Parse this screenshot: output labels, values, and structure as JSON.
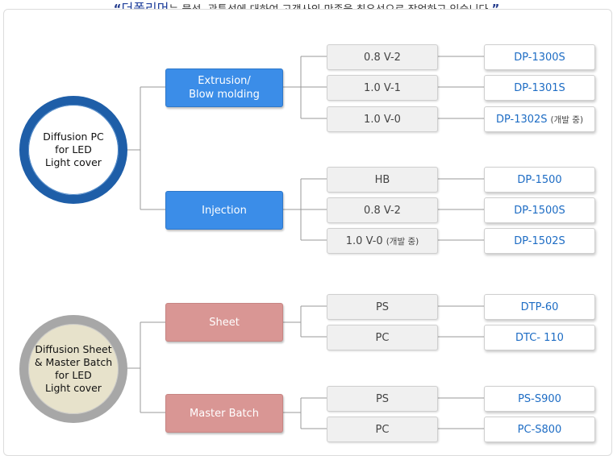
{
  "header": {
    "quote_open": "“",
    "brand": "더폴리머",
    "text": "는 물성, 광특성에 대하여 고객사의 만족을 최우선으로 작업하고 있습니다.",
    "quote_close": "”"
  },
  "groups": [
    {
      "circle_lines": [
        "Diffusion PC",
        "for LED",
        "Light cover"
      ],
      "processes": [
        {
          "label_lines": [
            "Extrusion/",
            "Blow molding"
          ],
          "grades": [
            {
              "grade": "0.8 V-2",
              "grade_note": "",
              "product": "DP-1300S",
              "product_note": ""
            },
            {
              "grade": "1.0 V-1",
              "grade_note": "",
              "product": "DP-1301S",
              "product_note": ""
            },
            {
              "grade": "1.0 V-0",
              "grade_note": "",
              "product": "DP-1302S",
              "product_note": "(개발 중)"
            }
          ]
        },
        {
          "label_lines": [
            "Injection"
          ],
          "grades": [
            {
              "grade": "HB",
              "grade_note": "",
              "product": "DP-1500",
              "product_note": ""
            },
            {
              "grade": "0.8 V-2",
              "grade_note": "",
              "product": "DP-1500S",
              "product_note": ""
            },
            {
              "grade": "1.0 V-0",
              "grade_note": "(개발 중)",
              "product": "DP-1502S",
              "product_note": ""
            }
          ]
        }
      ]
    },
    {
      "circle_lines": [
        "Diffusion Sheet",
        "& Master Batch",
        "for LED",
        "Light cover"
      ],
      "processes": [
        {
          "label_lines": [
            "Sheet"
          ],
          "grades": [
            {
              "grade": "PS",
              "grade_note": "",
              "product": "DTP-60",
              "product_note": ""
            },
            {
              "grade": "PC",
              "grade_note": "",
              "product": "DTC- 110",
              "product_note": ""
            }
          ]
        },
        {
          "label_lines": [
            "Master Batch"
          ],
          "grades": [
            {
              "grade": "PS",
              "grade_note": "",
              "product": "PS-S900",
              "product_note": ""
            },
            {
              "grade": "PC",
              "grade_note": "",
              "product": "PC-S800",
              "product_note": ""
            }
          ]
        }
      ]
    }
  ]
}
